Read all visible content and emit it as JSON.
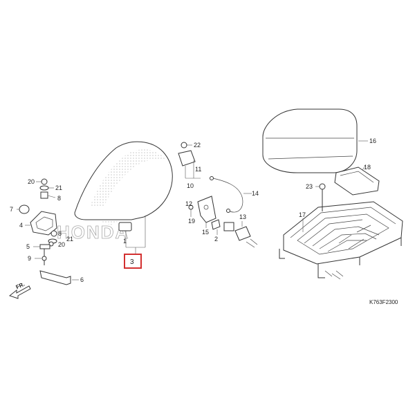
{
  "diagram": {
    "code": "K763F2300",
    "direction_label": "FR.",
    "logo_text": "HONDA",
    "highlight_color": "#d32f2f",
    "callouts": {
      "c1": "1",
      "c2": "2",
      "c3": "3",
      "c4": "4",
      "c5": "5",
      "c6": "6",
      "c7": "7",
      "c8a": "8",
      "c8b": "8",
      "c9": "9",
      "c10": "10",
      "c11": "11",
      "c12": "12",
      "c13": "13",
      "c14": "14",
      "c15": "15",
      "c16": "16",
      "c17": "17",
      "c18": "18",
      "c19": "19",
      "c20a": "20",
      "c20b": "20",
      "c21a": "21",
      "c21b": "21",
      "c22": "22",
      "c23": "23"
    }
  }
}
